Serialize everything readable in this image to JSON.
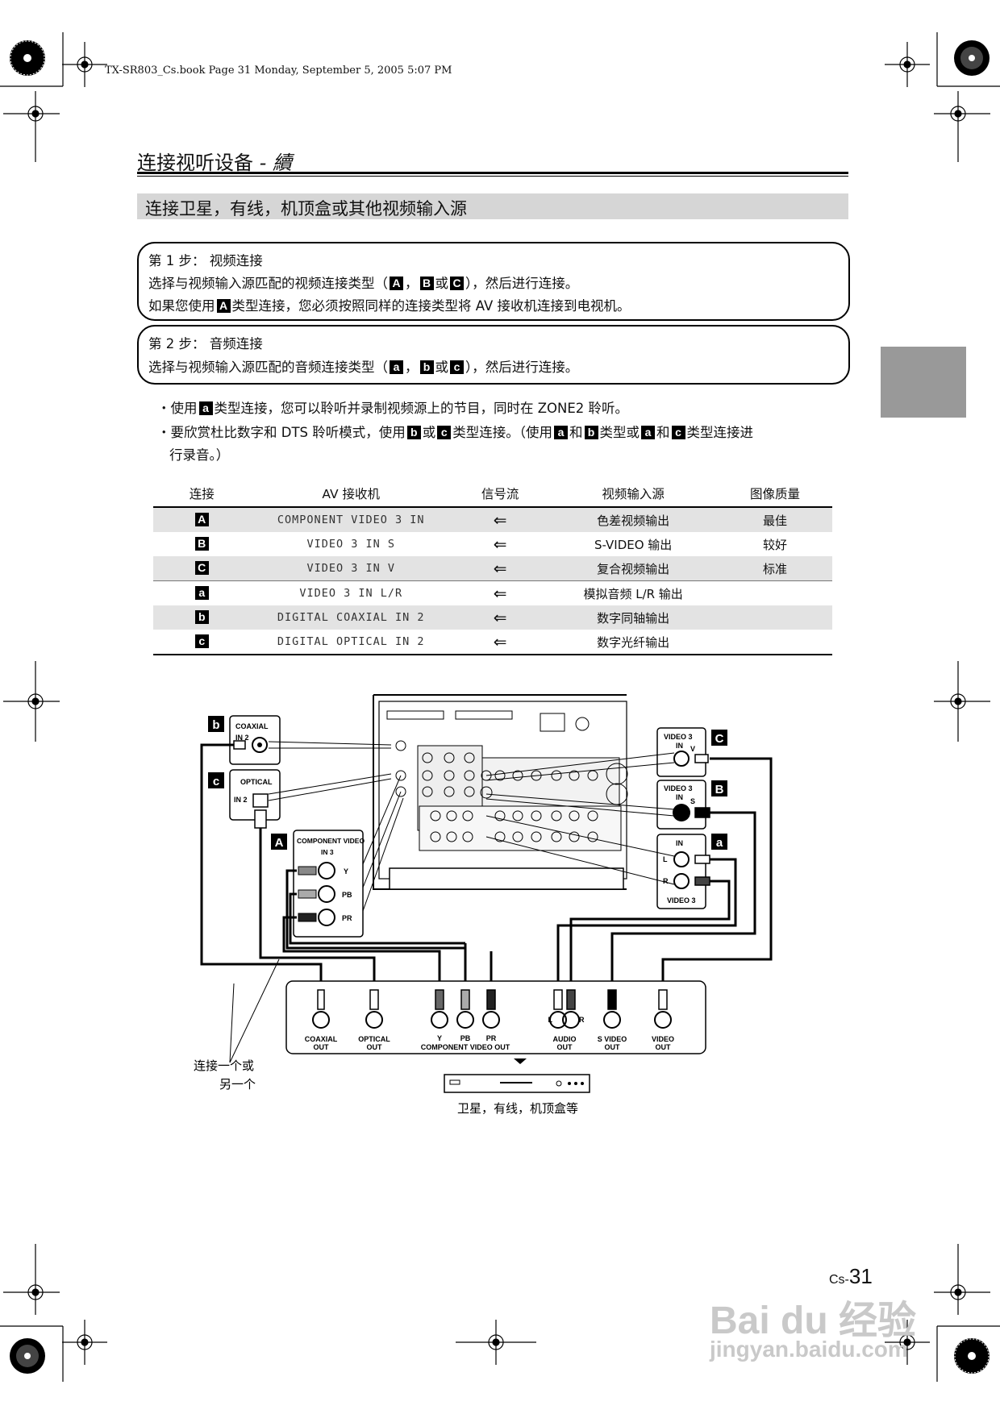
{
  "header_note": "TX-SR803_Cs.book  Page 31  Monday, September 5, 2005  5:07 PM",
  "page_title": "连接视听设备",
  "page_title_suffix": "- 續",
  "section_title": "连接卫星，有线，机顶盒或其他视频输入源",
  "step1": {
    "title": "第 1 步： 视频连接",
    "line1_pre": "选择与视频输入源匹配的视频连接类型（",
    "line1_sep1": "，",
    "line1_sep2": "或",
    "line1_post": "），然后进行连接。",
    "line2_pre": "如果您使用",
    "line2_post": "类型连接，您必须按照同样的连接类型将 AV 接收机连接到电视机。"
  },
  "step2": {
    "title": "第 2 步： 音频连接",
    "line1_pre": "选择与视频输入源匹配的音频连接类型（",
    "line1_sep1": "，",
    "line1_sep2": "或",
    "line1_post": "），然后进行连接。"
  },
  "labels": {
    "A": "A",
    "B": "B",
    "C": "C",
    "a": "a",
    "b": "b",
    "c": "c"
  },
  "bullets": {
    "b1_pre": "・使用",
    "b1_post": "类型连接，您可以聆听并录制视频源上的节目，同时在 ZONE2 聆听。",
    "b2_pre": "・要欣赏杜比数字和 DTS 聆听模式，使用",
    "b2_or": "或",
    "b2_mid": "类型连接。（使用",
    "b2_and1": "和",
    "b2_type_or": "类型或",
    "b2_and2": "和",
    "b2_end": "类型连接进",
    "b2_line2": "行录音。）"
  },
  "table": {
    "headers": [
      "连接",
      "AV 接收机",
      "信号流",
      "视频输入源",
      "图像质量"
    ],
    "rows": [
      {
        "label": "A",
        "receiver": "COMPONENT VIDEO 3 IN",
        "flow": "⇐",
        "source": "色差视频输出",
        "quality": "最佳"
      },
      {
        "label": "B",
        "receiver": "VIDEO 3 IN S",
        "flow": "⇐",
        "source": "S-VIDEO 输出",
        "quality": "较好"
      },
      {
        "label": "C",
        "receiver": "VIDEO 3 IN V",
        "flow": "⇐",
        "source": "复合视频输出",
        "quality": "标准"
      },
      {
        "label": "a",
        "receiver": "VIDEO 3 IN L/R",
        "flow": "⇐",
        "source": "模拟音频 L/R 输出",
        "quality": ""
      },
      {
        "label": "b",
        "receiver": "DIGITAL COAXIAL IN 2",
        "flow": "⇐",
        "source": "数字同轴输出",
        "quality": ""
      },
      {
        "label": "c",
        "receiver": "DIGITAL OPTICAL IN 2",
        "flow": "⇐",
        "source": "数字光纤输出",
        "quality": ""
      }
    ]
  },
  "diagram": {
    "coaxial": "COAXIAL",
    "in2": "IN 2",
    "optical": "OPTICAL",
    "component_video": "COMPONENT VIDEO",
    "in3": "IN 3",
    "y": "Y",
    "pb": "PB",
    "pr": "PR",
    "video3": "VIDEO 3",
    "in": "IN",
    "v": "V",
    "s": "S",
    "l": "L",
    "r": "R",
    "coaxial_out": "COAXIAL\nOUT",
    "coaxial_out_1": "COAXIAL",
    "optical_out_1": "OPTICAL",
    "out": "OUT",
    "component_video_out": "COMPONENT VIDEO OUT",
    "audio": "AUDIO",
    "s_video": "S VIDEO",
    "video": "VIDEO",
    "either_one_1": "连接一个或",
    "either_one_2": "另一个",
    "device_caption": "卫星，有线，机顶盒等"
  },
  "page_number_prefix": "Cs-",
  "page_number": "31",
  "watermark": {
    "line1": "Bai du 经验",
    "line2": "jingyan.baidu.com"
  }
}
